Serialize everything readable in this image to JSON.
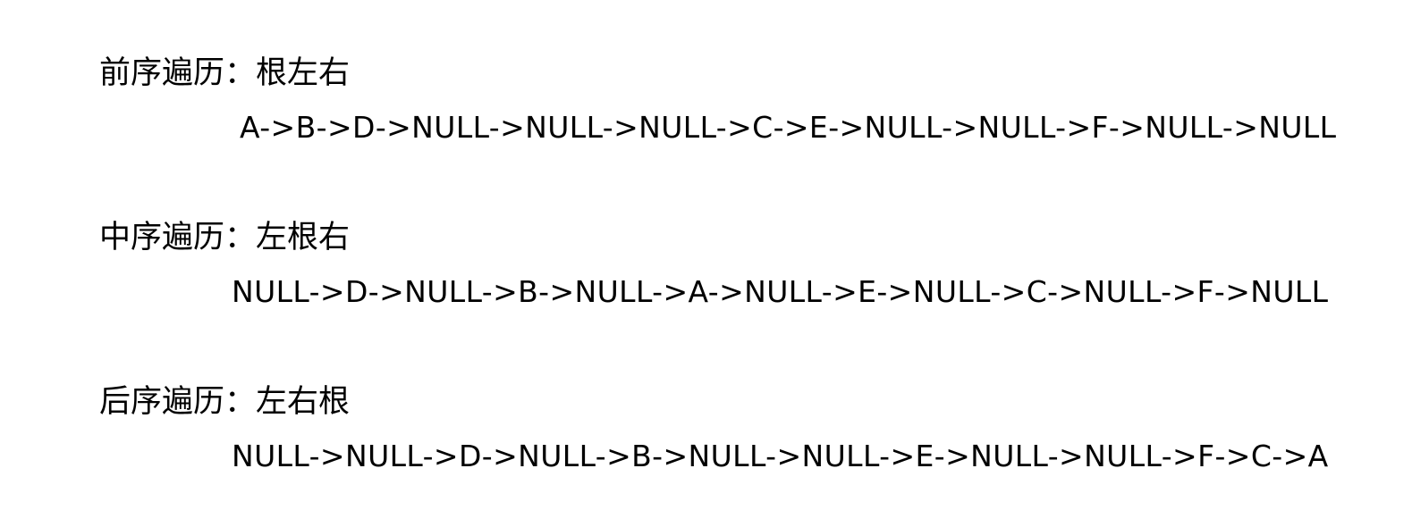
{
  "traversals": [
    {
      "heading": "前序遍历：根左右",
      "sequence": "A->B->D->NULL->NULL->NULL->C->E->NULL->NULL->F->NULL->NULL"
    },
    {
      "heading": "中序遍历：左根右",
      "sequence": "NULL->D->NULL->B->NULL->A->NULL->E->NULL->C->NULL->F->NULL"
    },
    {
      "heading": "后序遍历：左右根",
      "sequence": "NULL->NULL->D->NULL->B->NULL->NULL->E->NULL->NULL->F->C->A"
    }
  ]
}
